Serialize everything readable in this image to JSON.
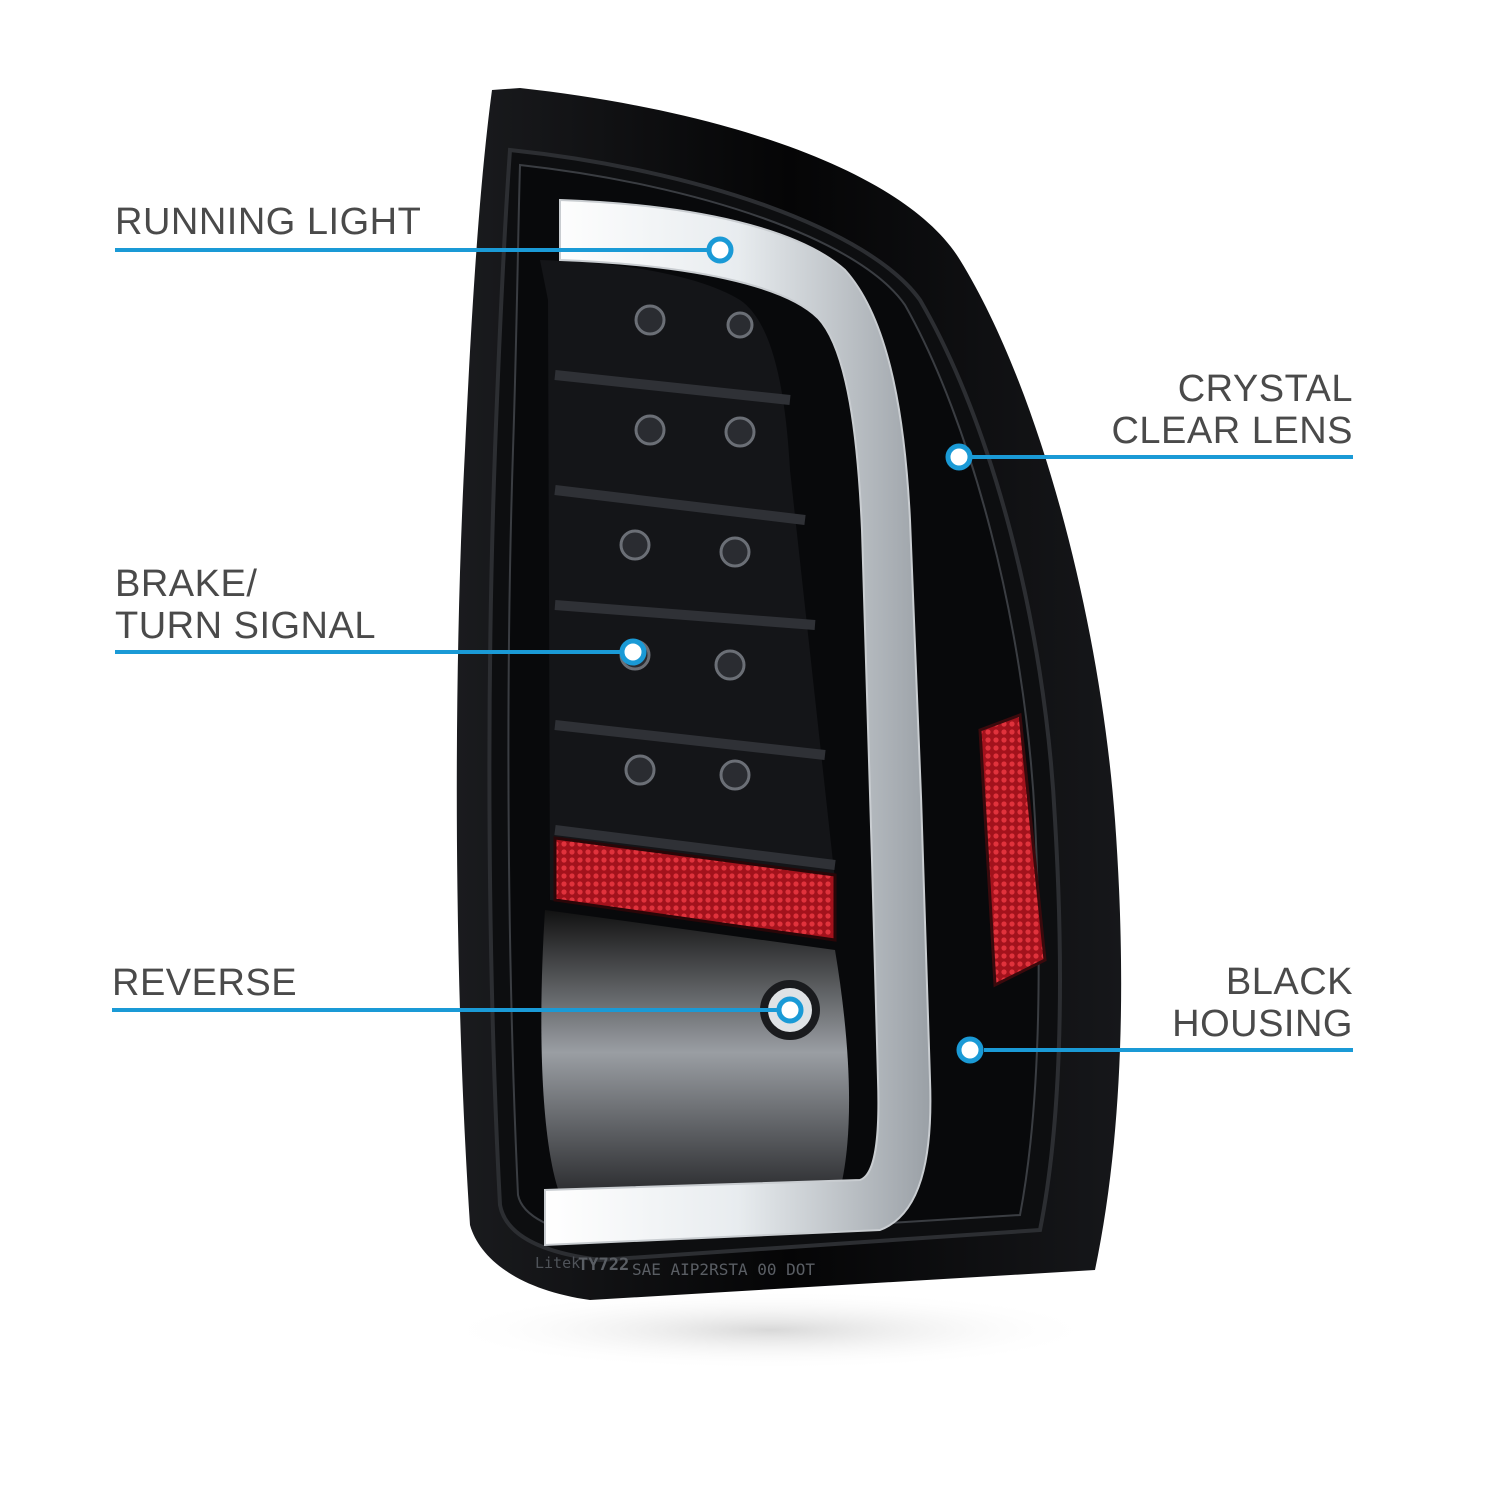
{
  "callouts": {
    "running_light": "RUNNING LIGHT",
    "crystal_clear_lens": [
      "CRYSTAL",
      "CLEAR LENS"
    ],
    "brake_turn_signal": [
      "BRAKE/",
      "TURN SIGNAL"
    ],
    "reverse": "REVERSE",
    "black_housing": [
      "BLACK",
      "HOUSING"
    ]
  },
  "product_stamp": {
    "brand": "Litek",
    "model": "TY722",
    "code": "SAE AIP2RSTA 00 DOT"
  },
  "colors": {
    "leader_line": "#1a9ad6",
    "label_text": "#4a4a4a",
    "housing": "#0b0b0d",
    "reflector_red": "#c41e2a",
    "light_bar": "#f4f6f8"
  }
}
